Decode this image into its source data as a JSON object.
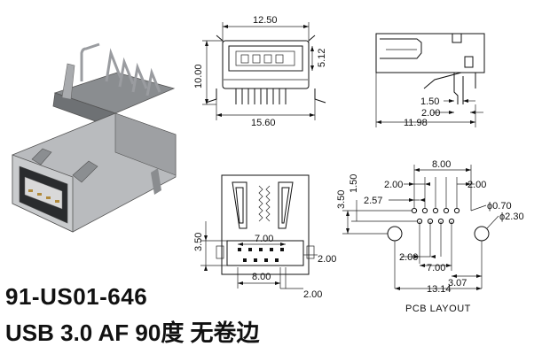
{
  "product": {
    "model": "91-US01-646",
    "description": "USB 3.0 AF 90度 无卷边"
  },
  "front_view": {
    "width_top": "12.50",
    "height_total": "10.00",
    "opening_height": "5.12",
    "width_bottom": "15.60"
  },
  "side_view": {
    "d1": "1.50",
    "d2": "2.00",
    "length": "11.98"
  },
  "bottom_view": {
    "d_left": "3.50",
    "d_pitch_top": "7.00",
    "d_right": "2.00",
    "d_pitch_bottom": "8.00",
    "d_bottom_right": "2.00"
  },
  "pcb_layout": {
    "label": "PCB LAYOUT",
    "top_width": "8.00",
    "top_left_pitch": "2.00",
    "top_right_pitch": "2.00",
    "row_offset": "2.57",
    "v1": "3.50",
    "v2": "1.50",
    "small_hole": "ϕ0.70",
    "big_hole": "ϕ2.30",
    "bottom_pitch": "2.00",
    "bottom_width": "7.00",
    "offset": "3.07",
    "overall": "13.14"
  }
}
